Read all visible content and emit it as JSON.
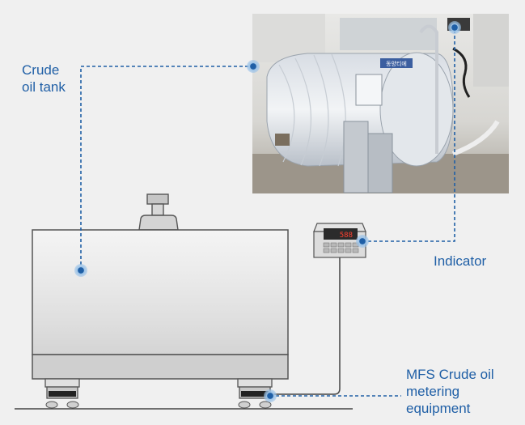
{
  "labels": {
    "crude_oil_tank": [
      "Crude",
      "oil tank"
    ],
    "indicator": "Indicator",
    "mfs_equipment": [
      "MFS Crude oil",
      "metering",
      "equipment"
    ]
  },
  "indicator_display": "588",
  "photo_panel_text": "동양티에",
  "colors": {
    "background": "#f0f0f0",
    "label": "#1f5fa6",
    "leader_line": "#1f5fa6",
    "tank_outline": "#555555",
    "tank_fill": "#e6e6e6",
    "marker": "#5b9bd5"
  },
  "icons": {
    "tank": "tank-icon",
    "indicator": "weighing-indicator-icon",
    "load_cell": "load-cell-icon",
    "photo": "photo-icon"
  }
}
